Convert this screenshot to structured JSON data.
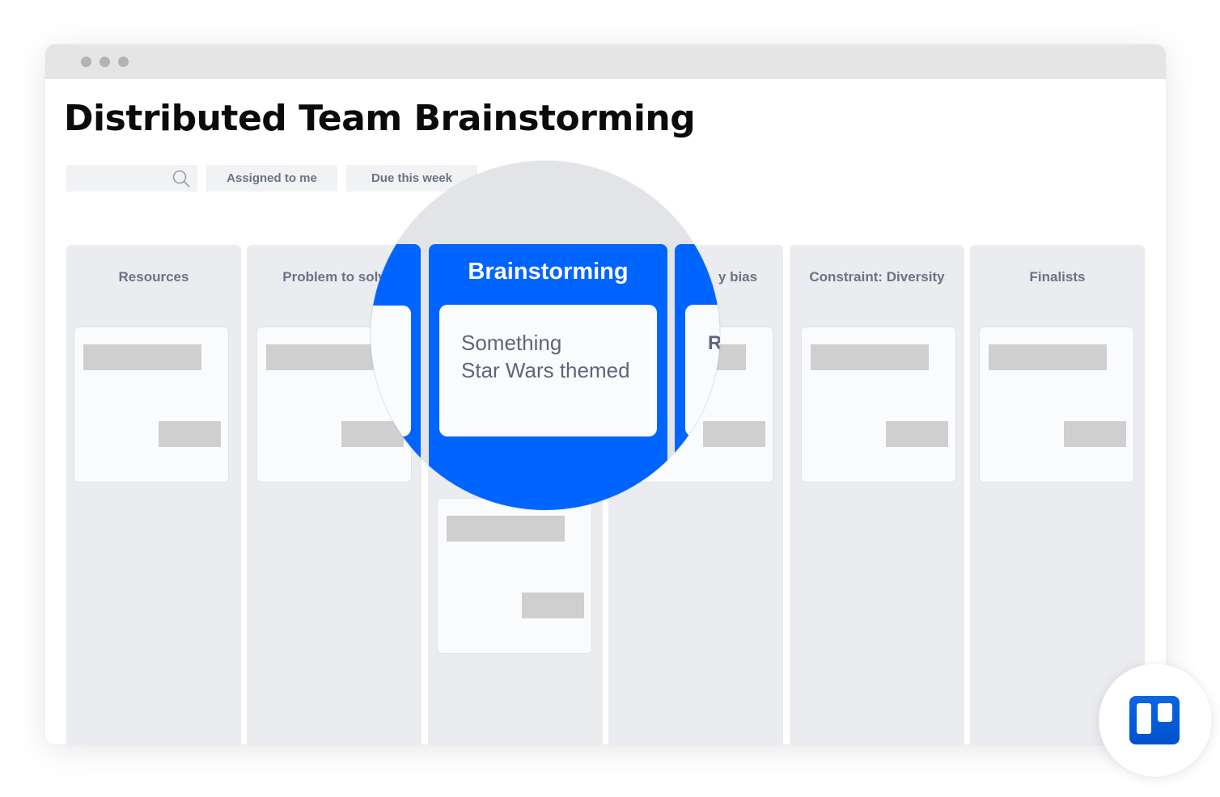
{
  "board": {
    "title": "Distributed Team Brainstorming"
  },
  "search": {
    "icon": "search-icon"
  },
  "filters": [
    {
      "label": "Assigned to me"
    },
    {
      "label": "Due this week"
    }
  ],
  "columns": [
    {
      "title": "Resources"
    },
    {
      "title": "Problem to solv"
    },
    {
      "title": "Brainstorming"
    },
    {
      "title": "y bias"
    },
    {
      "title": "Constraint: Diversity"
    },
    {
      "title": "Finalists"
    }
  ],
  "magnifier": {
    "column_title": "Brainstorming",
    "card_text_line1": "Something",
    "card_text_line2": "Star Wars themed",
    "partial_right_text": "R"
  },
  "colors": {
    "accent": "#0065ff",
    "column_bg": "#ebecf0",
    "text_muted": "#6b7383"
  },
  "logo": {
    "icon": "trello-icon"
  }
}
